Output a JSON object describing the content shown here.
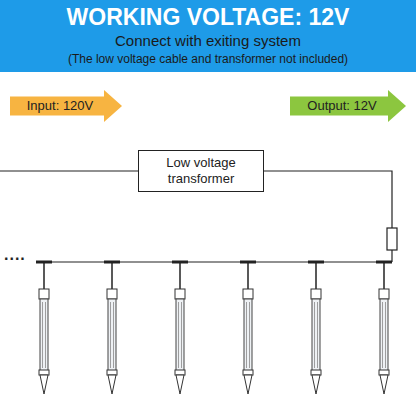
{
  "diagram": {
    "title": "WORKING VOLTAGE: 12V",
    "nodes": [
      {
        "text": [
          "Input: 120V"
        ]
      },
      {
        "text": [
          "Low voltage transformer"
        ]
      },
      {
        "text": [
          "Output: 12V"
        ]
      }
    ],
    "labels": [
      "Connect with exiting system",
      "(The low voltage cable and transformer not included)",
      "...."
    ]
  }
}
